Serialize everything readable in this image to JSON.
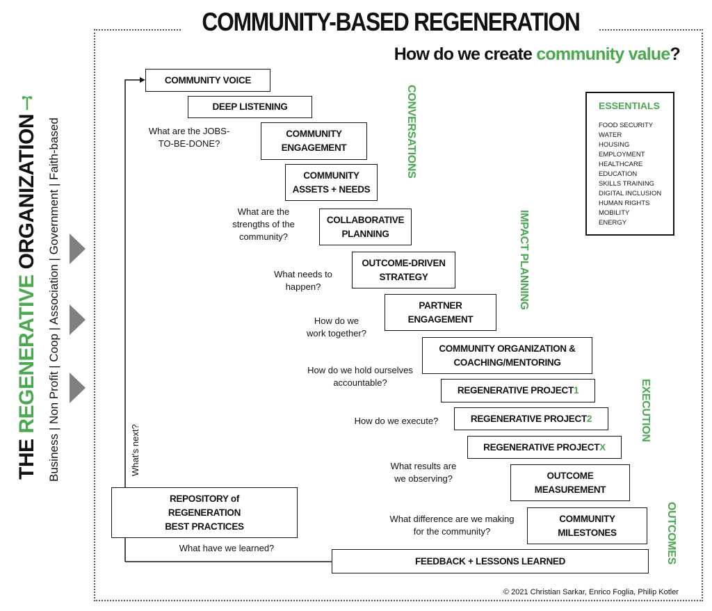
{
  "title": "COMMUNITY-BASED REGENERATION",
  "subtitle": {
    "prefix": "How do we create ",
    "highlight": "community value",
    "suffix": "?"
  },
  "side": {
    "the": "THE ",
    "regenerative": "REGENERATIVE",
    "organization": " ORGANIZATION",
    "types": "Business | Non Profit | Coop | Association | Government | Faith-based"
  },
  "phases": [
    "CONVERSATIONS",
    "IMPACT PLANNING",
    "EXECUTION",
    "OUTCOMES"
  ],
  "boxes": {
    "community_voice": [
      "COMMUNITY VOICE"
    ],
    "deep_listening": [
      "DEEP LISTENING"
    ],
    "community_engagement": [
      "COMMUNITY",
      "ENGAGEMENT"
    ],
    "assets_needs": [
      "COMMUNITY",
      "ASSETS + NEEDS"
    ],
    "collaborative_planning": [
      "COLLABORATIVE",
      "PLANNING"
    ],
    "outcome_strategy": [
      "OUTCOME-DRIVEN",
      "STRATEGY"
    ],
    "partner_engagement": [
      "PARTNER",
      "ENGAGEMENT"
    ],
    "community_org": [
      "COMMUNITY ORGANIZATION &",
      "COACHING/MENTORING"
    ],
    "project_1": {
      "label": "REGENERATIVE PROJECT ",
      "num": "1"
    },
    "project_2": {
      "label": "REGENERATIVE PROJECT ",
      "num": "2"
    },
    "project_x": {
      "label": "REGENERATIVE PROJECT ",
      "num": "X"
    },
    "outcome_measurement": [
      "OUTCOME",
      "MEASUREMENT"
    ],
    "milestones": [
      "COMMUNITY",
      "MILESTONES"
    ],
    "repository": [
      "REPOSITORY of",
      "REGENERATION",
      "BEST PRACTICES"
    ],
    "feedback": [
      "FEEDBACK + LESSONS LEARNED"
    ]
  },
  "questions": {
    "jobs": [
      "What are the JOBS-",
      "TO-BE-DONE?"
    ],
    "strengths": [
      "What are the",
      "strengths of the",
      "community?"
    ],
    "needs": [
      "What needs to",
      "happen?"
    ],
    "together": [
      "How do we",
      "work together?"
    ],
    "accountable": [
      "How do we hold ourselves",
      "accountable?"
    ],
    "execute": [
      "How do we execute?"
    ],
    "results": [
      "What results are",
      "we observing?"
    ],
    "difference": [
      "What difference are we making",
      "for the community?"
    ],
    "learned": [
      "What have we learned?"
    ],
    "next": [
      "What's next?"
    ]
  },
  "essentials": {
    "title": "ESSENTIALS",
    "items": [
      "FOOD SECURITY",
      "WATER",
      "HOUSING",
      "EMPLOYMENT",
      "HEALTHCARE",
      "EDUCATION",
      "SKILLS TRAINING",
      "DIGITAL INCLUSION",
      "HUMAN RIGHTS",
      "MOBILITY",
      "ENERGY"
    ]
  },
  "copyright": "© 2021 Christian Sarkar, Enrico Foglia, Philip Kotler",
  "colors": {
    "accent": "#4aa84f",
    "arrow": "#808080",
    "ink": "#111111"
  }
}
